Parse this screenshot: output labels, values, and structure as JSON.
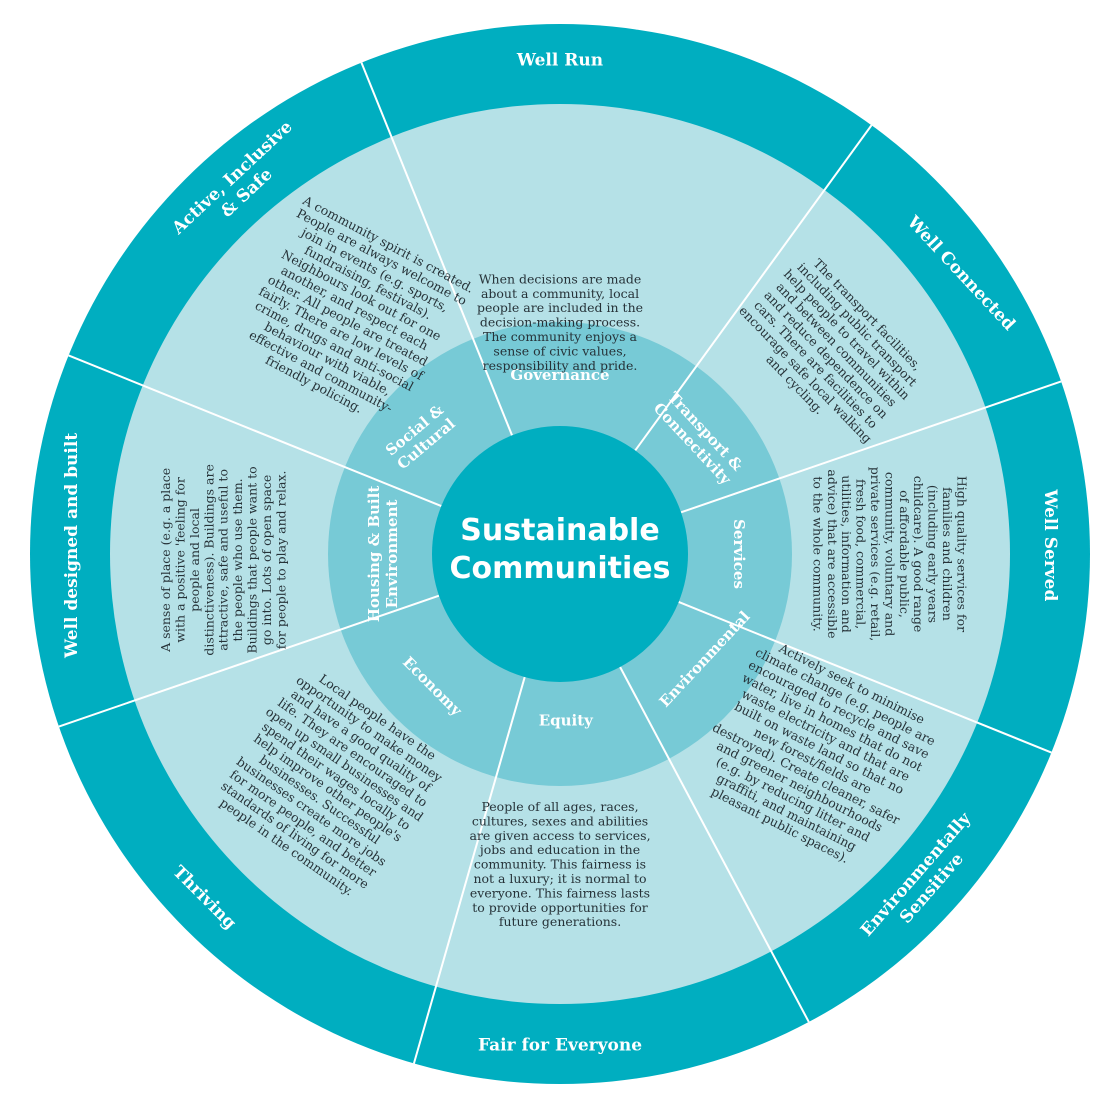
{
  "center": {
    "line1": "Sustainable",
    "line2": "Communities"
  },
  "colors": {
    "outer_ring": "#00aec0",
    "wedge_fill": "#b5e1e7",
    "inner_ring": "#77cad6",
    "center": "#00aec0",
    "divider": "#ffffff",
    "text": "#263238"
  },
  "segments": [
    {
      "outer": [
        "Well Run"
      ],
      "inner": [
        "Governance"
      ],
      "body": [
        "When decisions are made",
        "about a community, local",
        "people are included in the",
        "decision-making process.",
        "The community enjoys a",
        "sense of civic values,",
        "responsibility and pride."
      ]
    },
    {
      "outer": [
        "Well Connected"
      ],
      "inner": [
        "Transport &",
        "Connectivity"
      ],
      "body": [
        "The transport facilities,",
        "including public transport",
        "help people to travel within",
        "and between communities",
        "and reduce dependence on",
        "cars. There are facilities to",
        "encourage safe local walking",
        "and cycling."
      ]
    },
    {
      "outer": [
        "Well Served"
      ],
      "inner": [
        "Services"
      ],
      "body": [
        "High quality services for",
        "families and children",
        "(including early years",
        "childcare). A good range",
        "of affordable public,",
        "community, voluntary and",
        "private services (e.g. retail,",
        "fresh food, commercial,",
        "utilities, information and",
        "advice) that are accessible",
        "to the whole community."
      ]
    },
    {
      "outer": [
        "Environmentally",
        "Sensitive"
      ],
      "inner": [
        "Environmental"
      ],
      "body": [
        "Actively seek to minimise",
        "climate change (e.g. people are",
        "encouraged to recycle and save",
        "water, live in homes that do not",
        "waste electricity and that are",
        "built on waste land so that no",
        "new forest/fields are",
        "destroyed). Create cleaner, safer",
        "and greener neighbourhoods",
        "(e.g. by reducing litter and",
        "graffiti, and maintaining",
        "pleasant public spaces)."
      ]
    },
    {
      "outer": [
        "Fair for Everyone"
      ],
      "inner": [
        "Equity"
      ],
      "body": [
        "People of all ages, races,",
        "cultures, sexes and abilities",
        "are given access to services,",
        "jobs and education in the",
        "community. This fairness is",
        "not a luxury; it is normal to",
        "everyone. This fairness lasts",
        "to provide opportunities for",
        "future generations."
      ]
    },
    {
      "outer": [
        "Thriving"
      ],
      "inner": [
        "Economy"
      ],
      "body": [
        "Local people have the",
        "opportunity to make money",
        "and have a good quality of",
        "life. They are encouraged to",
        "open up small businesses and",
        "spend their wages locally to",
        "help improve other people's",
        "businesses. Successful",
        "businesses create more jobs",
        "for more people, and better",
        "standards of living for more",
        "people in the community."
      ]
    },
    {
      "outer": [
        "Well designed and built"
      ],
      "inner": [
        "Housing & Built",
        "Environment"
      ],
      "body": [
        "A sense of place (e.g. a place",
        "with a positive 'feeling for",
        "people and local",
        "distinctiveness). Buildings are",
        "attractive, safe and useful to",
        "the people who use them.",
        "Buildings that people want to",
        "go into. Lots of open space",
        "for people to play and relax."
      ]
    },
    {
      "outer": [
        "Active, Inclusive",
        "& Safe"
      ],
      "inner": [
        "Social &",
        "Cultural"
      ],
      "body": [
        "A community spirit is created.",
        "People are always welcome to",
        "join in events (e.g. sports,",
        "fundraising, festivals).",
        "Neighbours look out for one",
        "another, and respect each",
        "other. All people are treated",
        "fairly. There are low levels of",
        "crime, drugs and anti-social",
        "behaviour with viable,",
        "effective and community-",
        "friendly policing."
      ]
    }
  ]
}
